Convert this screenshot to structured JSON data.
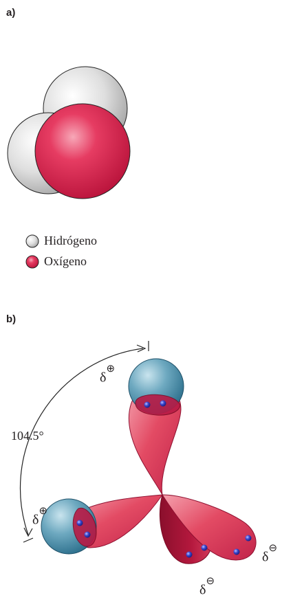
{
  "panel_a": {
    "label": "a)",
    "legend": [
      {
        "text": "Hidrógeno",
        "color": "#d8d8d8"
      },
      {
        "text": "Oxígeno",
        "color": "#d81e4a"
      }
    ]
  },
  "panel_b": {
    "label": "b)",
    "angle_label": "104.5°",
    "charges": {
      "top_hydrogen": {
        "symbol": "δ",
        "sign": "⊕"
      },
      "left_hydrogen": {
        "symbol": "δ",
        "sign": "⊕"
      },
      "right_lone_pair": {
        "symbol": "δ",
        "sign": "⊖"
      },
      "bottom_lone_pair": {
        "symbol": "δ",
        "sign": "⊖"
      }
    }
  },
  "colors": {
    "oxygen_red": "#d81e4a",
    "hydrogen_grey": "#d8d8d8",
    "hydrogen_blue": "#3d8aa6",
    "electron_blue": "#2a35b8"
  }
}
